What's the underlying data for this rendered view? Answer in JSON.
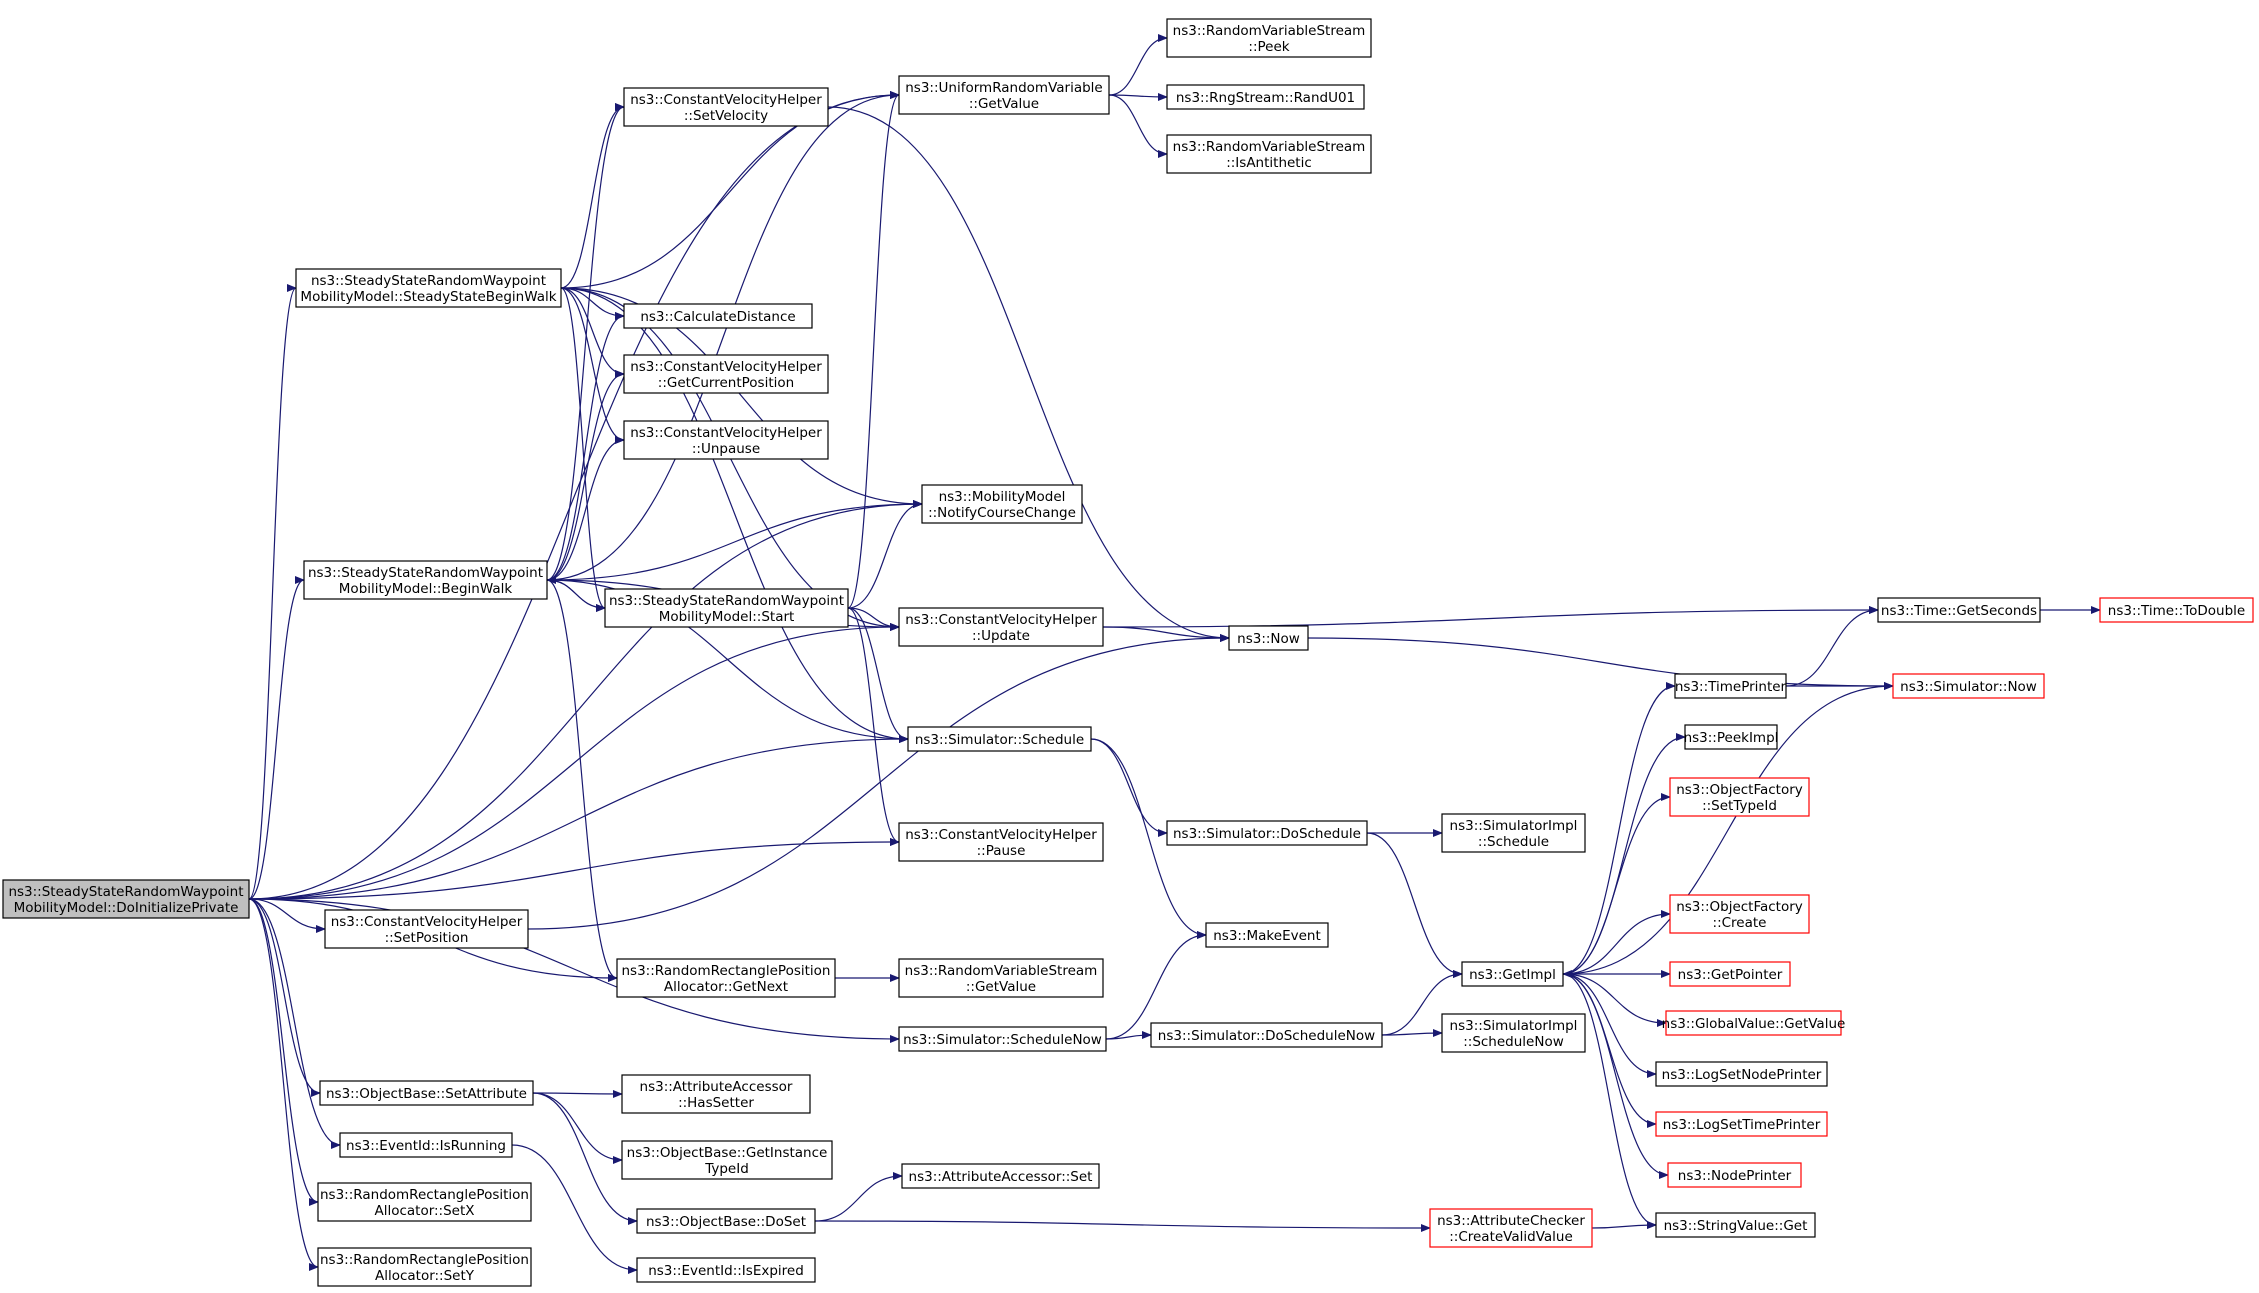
{
  "colors": {
    "edge": "#191970",
    "node_border": "#000000",
    "truncated_border": "#ff0000",
    "root_fill": "#bfbfbf",
    "node_fill": "#ffffff"
  },
  "nodes": [
    {
      "id": "root",
      "lines": [
        "ns3::SteadyStateRandomWaypoint",
        "MobilityModel::DoInitializePrivate"
      ],
      "root": true
    },
    {
      "id": "sswalk",
      "lines": [
        "ns3::SteadyStateRandomWaypoint",
        "MobilityModel::SteadyStateBeginWalk"
      ]
    },
    {
      "id": "beginwalk",
      "lines": [
        "ns3::SteadyStateRandomWaypoint",
        "MobilityModel::BeginWalk"
      ]
    },
    {
      "id": "start",
      "lines": [
        "ns3::SteadyStateRandomWaypoint",
        "MobilityModel::Start"
      ]
    },
    {
      "id": "setpos",
      "lines": [
        "ns3::ConstantVelocityHelper",
        "::SetPosition"
      ]
    },
    {
      "id": "objsetattr",
      "lines": [
        "ns3::ObjectBase::SetAttribute"
      ]
    },
    {
      "id": "isrunning",
      "lines": [
        "ns3::EventId::IsRunning"
      ]
    },
    {
      "id": "setx",
      "lines": [
        "ns3::RandomRectanglePosition",
        "Allocator::SetX"
      ]
    },
    {
      "id": "sety",
      "lines": [
        "ns3::RandomRectanglePosition",
        "Allocator::SetY"
      ]
    },
    {
      "id": "setvel",
      "lines": [
        "ns3::ConstantVelocityHelper",
        "::SetVelocity"
      ]
    },
    {
      "id": "calcdist",
      "lines": [
        "ns3::CalculateDistance"
      ]
    },
    {
      "id": "getcurpos",
      "lines": [
        "ns3::ConstantVelocityHelper",
        "::GetCurrentPosition"
      ]
    },
    {
      "id": "unpause",
      "lines": [
        "ns3::ConstantVelocityHelper",
        "::Unpause"
      ]
    },
    {
      "id": "getnext",
      "lines": [
        "ns3::RandomRectanglePosition",
        "Allocator::GetNext"
      ]
    },
    {
      "id": "hassetter",
      "lines": [
        "ns3::AttributeAccessor",
        "::HasSetter"
      ]
    },
    {
      "id": "getinsttype",
      "lines": [
        "ns3::ObjectBase::GetInstance",
        "TypeId"
      ]
    },
    {
      "id": "doset",
      "lines": [
        "ns3::ObjectBase::DoSet"
      ]
    },
    {
      "id": "isexpired",
      "lines": [
        "ns3::EventId::IsExpired"
      ]
    },
    {
      "id": "urvget",
      "lines": [
        "ns3::UniformRandomVariable",
        "::GetValue"
      ]
    },
    {
      "id": "notify",
      "lines": [
        "ns3::MobilityModel",
        "::NotifyCourseChange"
      ]
    },
    {
      "id": "cvupdate",
      "lines": [
        "ns3::ConstantVelocityHelper",
        "::Update"
      ]
    },
    {
      "id": "simschedule",
      "lines": [
        "ns3::Simulator::Schedule"
      ]
    },
    {
      "id": "cvpause",
      "lines": [
        "ns3::ConstantVelocityHelper",
        "::Pause"
      ]
    },
    {
      "id": "rvsget",
      "lines": [
        "ns3::RandomVariableStream",
        "::GetValue"
      ]
    },
    {
      "id": "simschednow",
      "lines": [
        "ns3::Simulator::ScheduleNow"
      ]
    },
    {
      "id": "accset",
      "lines": [
        "ns3::AttributeAccessor::Set"
      ]
    },
    {
      "id": "peek",
      "lines": [
        "ns3::RandomVariableStream",
        "::Peek"
      ]
    },
    {
      "id": "randu01",
      "lines": [
        "ns3::RngStream::RandU01"
      ]
    },
    {
      "id": "isanti",
      "lines": [
        "ns3::RandomVariableStream",
        "::IsAntithetic"
      ]
    },
    {
      "id": "now",
      "lines": [
        "ns3::Now"
      ]
    },
    {
      "id": "simdosched",
      "lines": [
        "ns3::Simulator::DoSchedule"
      ]
    },
    {
      "id": "makeevent",
      "lines": [
        "ns3::MakeEvent"
      ]
    },
    {
      "id": "simdoschednow",
      "lines": [
        "ns3::Simulator::DoScheduleNow"
      ]
    },
    {
      "id": "simimplsched",
      "lines": [
        "ns3::SimulatorImpl",
        "::Schedule"
      ]
    },
    {
      "id": "simimplschednow",
      "lines": [
        "ns3::SimulatorImpl",
        "::ScheduleNow"
      ]
    },
    {
      "id": "getimpl",
      "lines": [
        "ns3::GetImpl"
      ]
    },
    {
      "id": "checkvalid",
      "lines": [
        "ns3::AttributeChecker",
        "::CreateValidValue"
      ],
      "truncated": true
    },
    {
      "id": "timeprinter",
      "lines": [
        "ns3::TimePrinter"
      ]
    },
    {
      "id": "peekimpl",
      "lines": [
        "ns3::PeekImpl"
      ]
    },
    {
      "id": "ofsettype",
      "lines": [
        "ns3::ObjectFactory",
        "::SetTypeId"
      ],
      "truncated": true
    },
    {
      "id": "ofcreate",
      "lines": [
        "ns3::ObjectFactory",
        "::Create"
      ],
      "truncated": true
    },
    {
      "id": "getpointer",
      "lines": [
        "ns3::GetPointer"
      ],
      "truncated": true
    },
    {
      "id": "gvget",
      "lines": [
        "ns3::GlobalValue::GetValue"
      ],
      "truncated": true
    },
    {
      "id": "lognode",
      "lines": [
        "ns3::LogSetNodePrinter"
      ]
    },
    {
      "id": "logtime",
      "lines": [
        "ns3::LogSetTimePrinter"
      ],
      "truncated": true
    },
    {
      "id": "nodeprinter",
      "lines": [
        "ns3::NodePrinter"
      ],
      "truncated": true
    },
    {
      "id": "strget",
      "lines": [
        "ns3::StringValue::Get"
      ]
    },
    {
      "id": "timegetsec",
      "lines": [
        "ns3::Time::GetSeconds"
      ]
    },
    {
      "id": "simnow",
      "lines": [
        "ns3::Simulator::Now"
      ],
      "truncated": true
    },
    {
      "id": "todouble",
      "lines": [
        "ns3::Time::ToDouble"
      ],
      "truncated": true
    }
  ],
  "edges": [
    [
      "root",
      "sswalk"
    ],
    [
      "root",
      "beginwalk"
    ],
    [
      "root",
      "urvget"
    ],
    [
      "root",
      "notify"
    ],
    [
      "root",
      "cvupdate"
    ],
    [
      "root",
      "simschedule"
    ],
    [
      "root",
      "cvpause"
    ],
    [
      "root",
      "setpos"
    ],
    [
      "root",
      "getnext"
    ],
    [
      "root",
      "simschednow"
    ],
    [
      "root",
      "objsetattr"
    ],
    [
      "root",
      "isrunning"
    ],
    [
      "root",
      "setx"
    ],
    [
      "root",
      "sety"
    ],
    [
      "sswalk",
      "urvget"
    ],
    [
      "sswalk",
      "setvel"
    ],
    [
      "sswalk",
      "calcdist"
    ],
    [
      "sswalk",
      "getcurpos"
    ],
    [
      "sswalk",
      "unpause"
    ],
    [
      "sswalk",
      "notify"
    ],
    [
      "sswalk",
      "cvupdate"
    ],
    [
      "sswalk",
      "simschedule"
    ],
    [
      "sswalk",
      "start"
    ],
    [
      "beginwalk",
      "setvel"
    ],
    [
      "beginwalk",
      "calcdist"
    ],
    [
      "beginwalk",
      "getcurpos"
    ],
    [
      "beginwalk",
      "unpause"
    ],
    [
      "beginwalk",
      "urvget"
    ],
    [
      "beginwalk",
      "notify"
    ],
    [
      "beginwalk",
      "start"
    ],
    [
      "beginwalk",
      "cvupdate"
    ],
    [
      "beginwalk",
      "simschedule"
    ],
    [
      "beginwalk",
      "getnext"
    ],
    [
      "start",
      "beginwalk"
    ],
    [
      "start",
      "urvget"
    ],
    [
      "start",
      "notify"
    ],
    [
      "start",
      "cvupdate"
    ],
    [
      "start",
      "simschedule"
    ],
    [
      "start",
      "cvpause"
    ],
    [
      "setvel",
      "now"
    ],
    [
      "setpos",
      "now"
    ],
    [
      "urvget",
      "peek"
    ],
    [
      "urvget",
      "randu01"
    ],
    [
      "urvget",
      "isanti"
    ],
    [
      "cvupdate",
      "timegetsec"
    ],
    [
      "cvupdate",
      "now"
    ],
    [
      "now",
      "simnow"
    ],
    [
      "simschedule",
      "simdosched"
    ],
    [
      "simschedule",
      "makeevent"
    ],
    [
      "simdosched",
      "simimplsched"
    ],
    [
      "simdosched",
      "getimpl"
    ],
    [
      "simschednow",
      "makeevent"
    ],
    [
      "simschednow",
      "simdoschednow"
    ],
    [
      "simdoschednow",
      "simimplschednow"
    ],
    [
      "simdoschednow",
      "getimpl"
    ],
    [
      "getnext",
      "rvsget"
    ],
    [
      "objsetattr",
      "hassetter"
    ],
    [
      "objsetattr",
      "getinsttype"
    ],
    [
      "objsetattr",
      "doset"
    ],
    [
      "isrunning",
      "isexpired"
    ],
    [
      "doset",
      "accset"
    ],
    [
      "doset",
      "checkvalid"
    ],
    [
      "checkvalid",
      "strget"
    ],
    [
      "getimpl",
      "timeprinter"
    ],
    [
      "getimpl",
      "peekimpl"
    ],
    [
      "getimpl",
      "ofsettype"
    ],
    [
      "getimpl",
      "ofcreate"
    ],
    [
      "getimpl",
      "getpointer"
    ],
    [
      "getimpl",
      "gvget"
    ],
    [
      "getimpl",
      "lognode"
    ],
    [
      "getimpl",
      "logtime"
    ],
    [
      "getimpl",
      "nodeprinter"
    ],
    [
      "getimpl",
      "strget"
    ],
    [
      "timeprinter",
      "timegetsec"
    ],
    [
      "timeprinter",
      "simnow"
    ],
    [
      "simnow",
      "getimpl"
    ],
    [
      "timegetsec",
      "todouble"
    ]
  ]
}
